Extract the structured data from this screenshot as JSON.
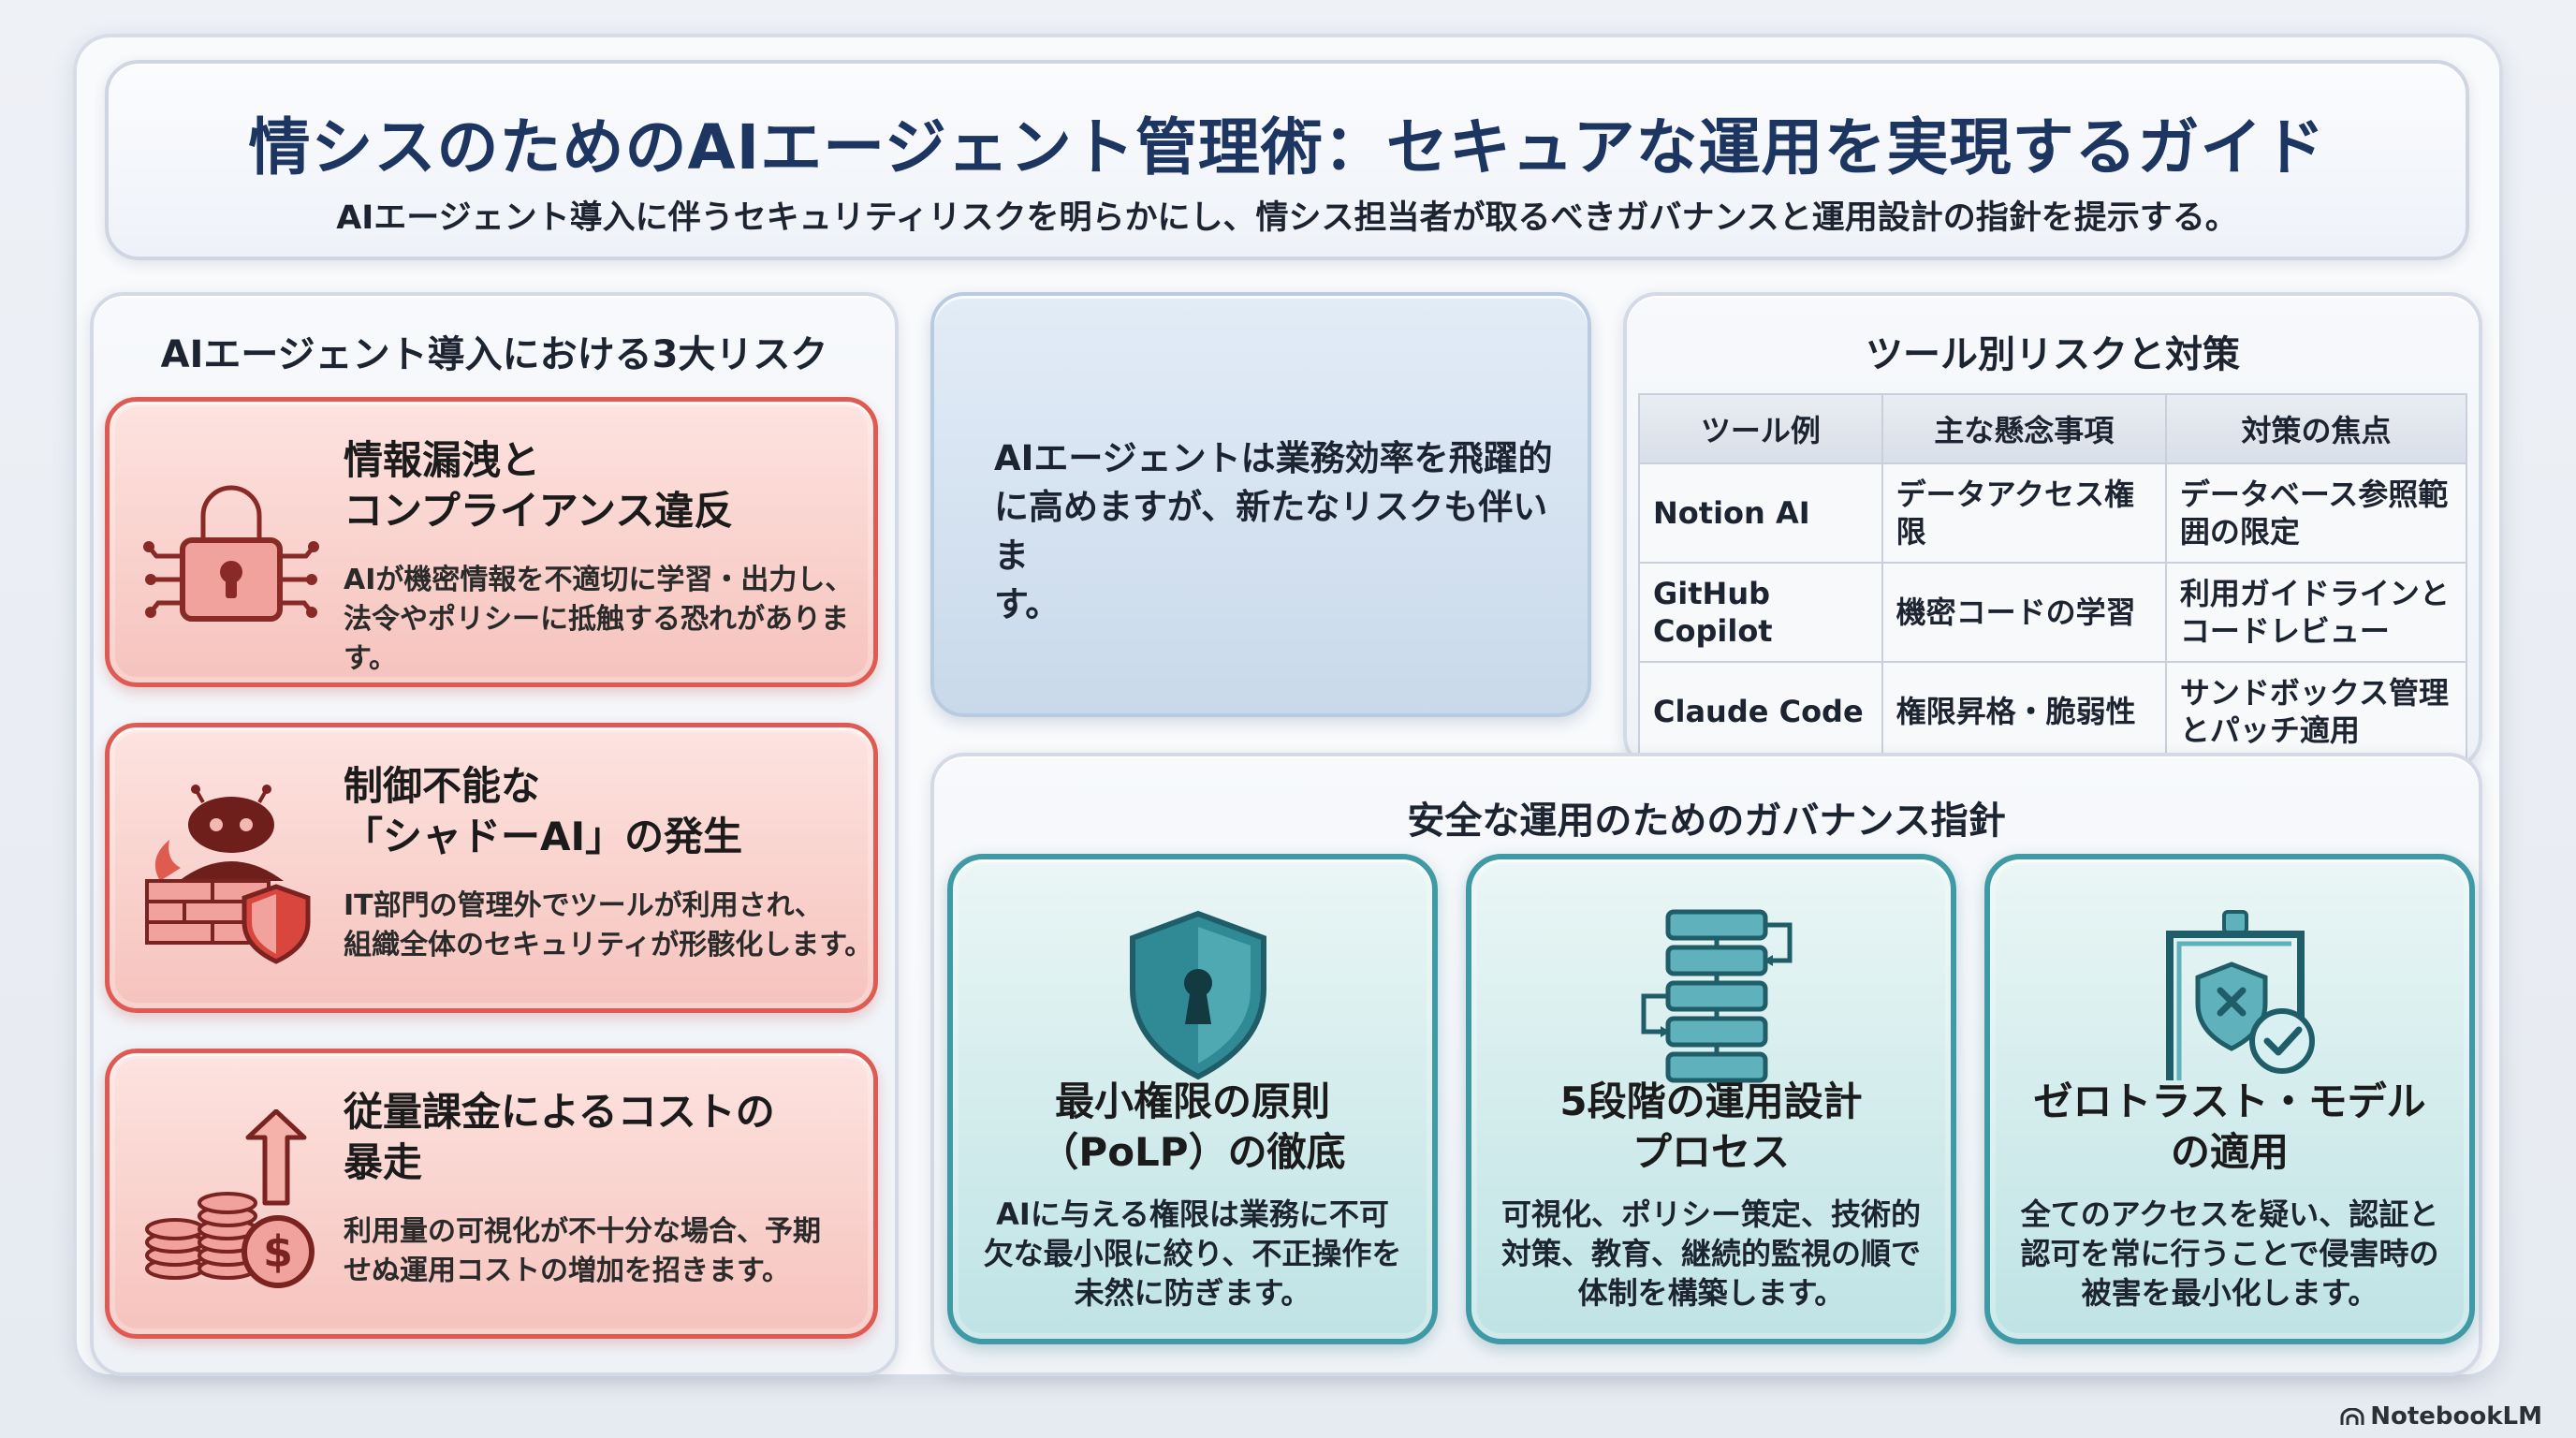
{
  "header": {
    "title": "情シスのためのAIエージェント管理術：セキュアな運用を実現するガイド",
    "subtitle": "AIエージェント導入に伴うセキュリティリスクを明らかにし、情シス担当者が取るべきガバナンスと運用設計の指針を提示する。"
  },
  "risks": {
    "title": "AIエージェント導入における3大リスク",
    "items": [
      {
        "title": "情報漏洩と\nコンプライアンス違反",
        "desc": "AIが機密情報を不適切に学習・出力し、\n法令やポリシーに抵触する恐れがあります。",
        "icon": "lock-circuit-icon"
      },
      {
        "title": "制御不能な\n「シャドーAI」の発生",
        "desc": "IT部門の管理外でツールが利用され、\n組織全体のセキュリティが形骸化します。",
        "icon": "shadow-robot-firewall-icon"
      },
      {
        "title": "従量課金によるコストの\n暴走",
        "desc": "利用量の可視化が不十分な場合、予期\nせぬ運用コストの増加を招きます。",
        "icon": "rising-coins-icon"
      }
    ]
  },
  "intro": {
    "text": "AIエージェントは業務効率を飛躍的\nに高めますが、新たなリスクも伴いま\nす。"
  },
  "tools": {
    "title": "ツール別リスクと対策",
    "headers": [
      "ツール例",
      "主な懸念事項",
      "対策の焦点"
    ],
    "rows": [
      [
        "Notion AI",
        "データアクセス権限",
        "データベース参照範\n囲の限定"
      ],
      [
        "GitHub Copilot",
        "機密コードの学習",
        "利用ガイドラインと\nコードレビュー"
      ],
      [
        "Claude Code",
        "権限昇格・脆弱性",
        "サンドボックス管理\nとパッチ適用"
      ]
    ]
  },
  "governance": {
    "title": "安全な運用のためのガバナンス指針",
    "items": [
      {
        "title": "最小権限の原則\n（PoLP）の徹底",
        "desc": "AIに与える権限は業務に不可\n欠な最小限に絞り、不正操作を\n未然に防ぎます。",
        "icon": "shield-keyhole-icon"
      },
      {
        "title": "5段階の運用設計\nプロセス",
        "desc": "可視化、ポリシー策定、技術的\n対策、教育、継続的監視の順で\n体制を構築します。",
        "icon": "process-flow-icon"
      },
      {
        "title": "ゼロトラスト・モデル\nの適用",
        "desc": "全てのアクセスを疑い、認証と\n認可を常に行うことで侵害時の\n被害を最小化します。",
        "icon": "zero-trust-gate-icon"
      }
    ]
  },
  "brand": {
    "label": "NotebookLM"
  },
  "colors": {
    "title": "#1c3561",
    "risk_border": "#df5a52",
    "gov_border": "#3f9aa6"
  }
}
